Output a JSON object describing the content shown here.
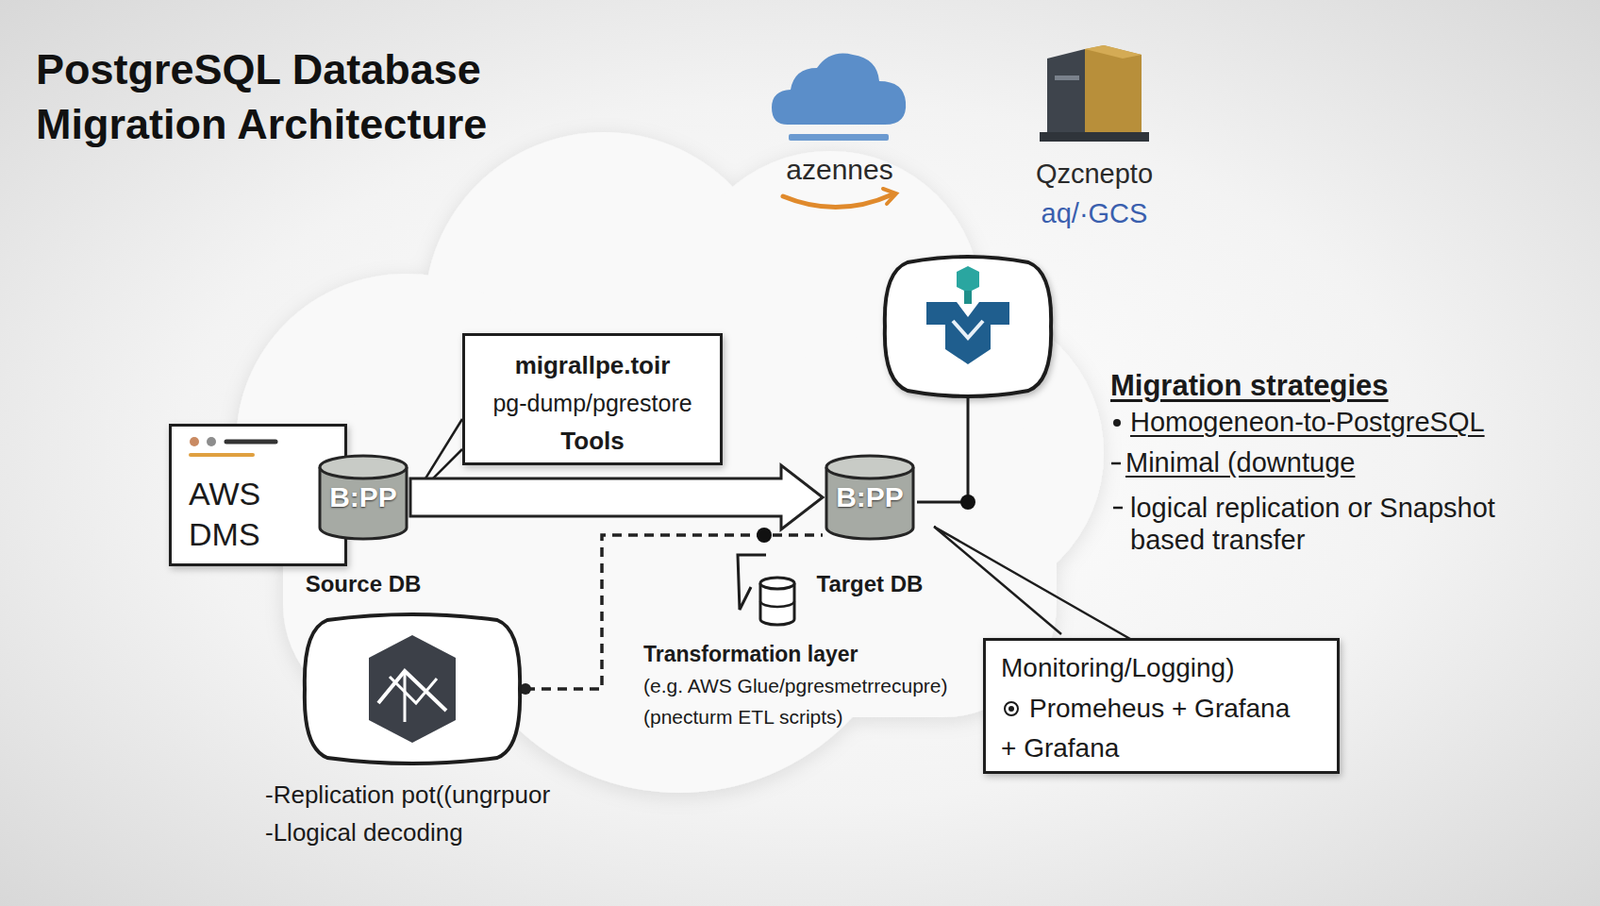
{
  "diagram": {
    "title": "PostgreSQL Database Migration Architecture",
    "nodes": [
      {
        "text": [
          "migrallpe.toir",
          "pg-dump/pgrestore",
          "Tools"
        ]
      },
      {
        "text": [
          "AWS DMS"
        ]
      },
      {
        "text": [
          "B:PP",
          "Source DB"
        ]
      },
      {
        "text": [
          "B:PP",
          "Target DB"
        ]
      },
      {
        "text": [
          "Monitoring/Logging)",
          "Promeheus + Grafana",
          "+ Grafana"
        ]
      },
      {
        "text": [
          "-Replication pot((ungrpuor",
          "-Llogical decoding"
        ]
      }
    ],
    "edges": [
      {
        "from": 2,
        "to": 3,
        "arrow": "to"
      },
      {
        "from": 5,
        "to": 3,
        "arrow": "none"
      }
    ],
    "labels": [
      "azennes",
      "Qzcnepto",
      "aq/·GCS",
      "Transformation layer",
      "(e.g. AWS Glue/pgresmetrrecupre)",
      "(pnecturm ETL scripts)",
      "Migration strategies",
      "Homogeneon-to-PostgreSQL",
      "Minimal (downtuge",
      "logical replication or Snapshot based transfer"
    ]
  }
}
